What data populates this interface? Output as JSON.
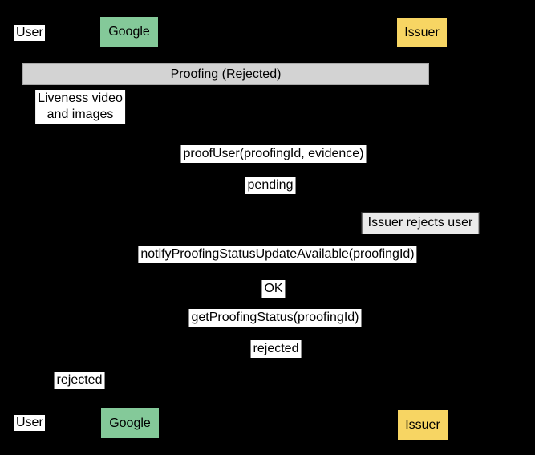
{
  "diagram": {
    "type": "sequence-diagram",
    "background_color": "#000000",
    "actors": {
      "user": {
        "label": "User",
        "fill": "#FFFFFF",
        "text_color": "#000000"
      },
      "google": {
        "label": "Google",
        "fill": "#84C999",
        "text_color": "#000000"
      },
      "issuer": {
        "label": "Issuer",
        "fill": "#F7D563",
        "text_color": "#000000"
      }
    },
    "phase": {
      "label": "Proofing (Rejected)",
      "fill": "#D3D3D3"
    },
    "messages": {
      "liveness": "Liveness video\nand images",
      "proof_user": "proofUser(proofingId, evidence)",
      "pending": "pending",
      "notify": "notifyProofingStatusUpdateAvailable(proofingId)",
      "ok": "OK",
      "get_status": "getProofingStatus(proofingId)",
      "rejected_to_google": "rejected",
      "rejected_to_user": "rejected"
    },
    "note": {
      "label": "Issuer rejects user",
      "fill": "#EAEAEA"
    }
  }
}
